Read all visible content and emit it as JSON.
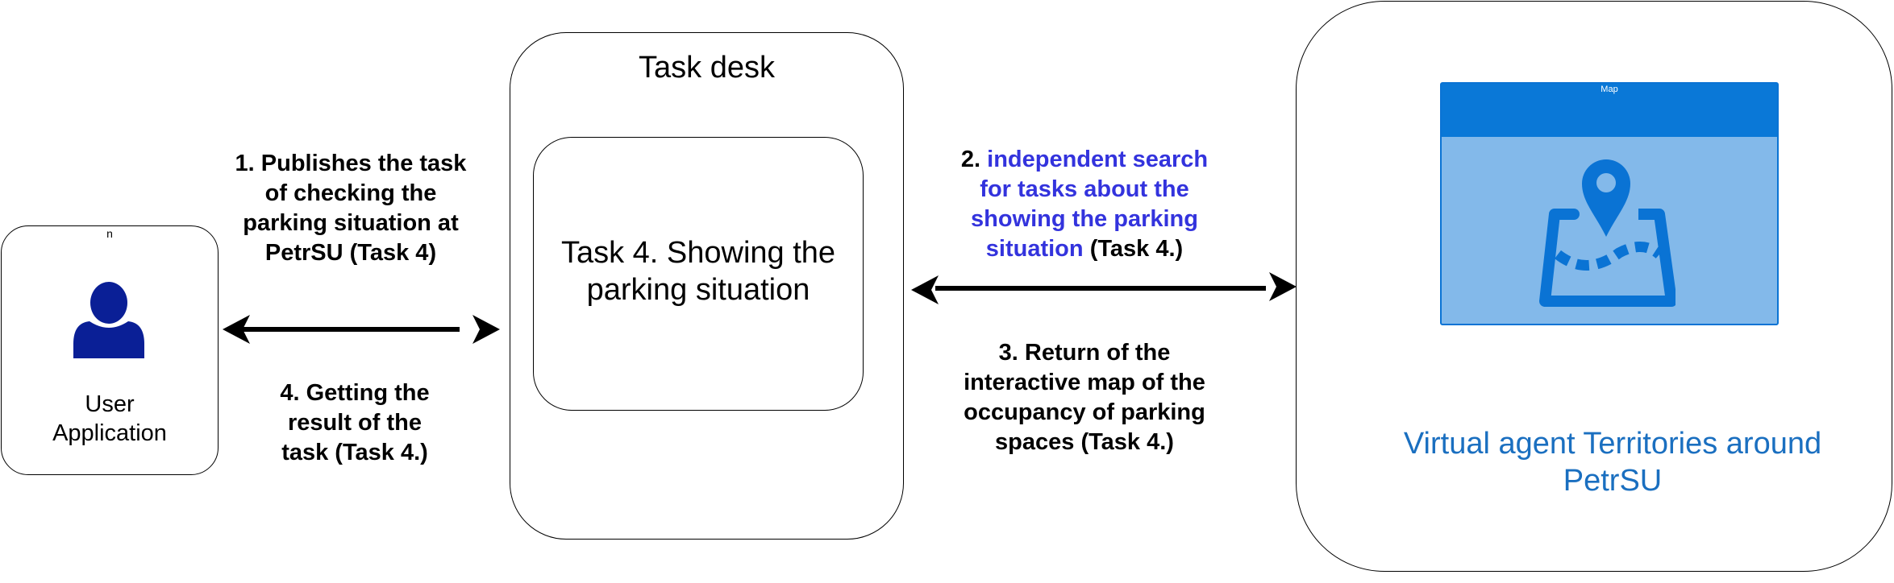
{
  "user": {
    "corner_label": "n",
    "label_line1": "User",
    "label_line2": "Application"
  },
  "task_desk": {
    "title": "Task desk",
    "task_line1": "Task 4. Showing the",
    "task_line2": "parking situation"
  },
  "agent": {
    "map_title": "Map",
    "label_line1": "Virtual agent Territories around",
    "label_line2": "PetrSU"
  },
  "step1": {
    "line1": "1. Publishes the task",
    "line2": "of checking the",
    "line3": "parking situation at",
    "line4": "PetrSU (Task 4)"
  },
  "step2": {
    "prefix": "2.",
    "line1": "independent search",
    "line2": "for tasks about the",
    "line3": "showing the parking",
    "line4": "situation",
    "suffix": "(Task 4.)"
  },
  "step3": {
    "line1": "3. Return of the",
    "line2": "interactive map of the",
    "line3": "occupancy of parking",
    "line4": "spaces (Task 4.)"
  },
  "step4": {
    "line1": "4. Getting the",
    "line2": "result of the",
    "line3": "task (Task 4.)"
  },
  "colors": {
    "highlight_text": "#3333dd",
    "agent_label": "#1a6fc0",
    "user_icon": "#0a1f96",
    "map_header": "#0a78d7",
    "map_body": "#83b9ea"
  }
}
